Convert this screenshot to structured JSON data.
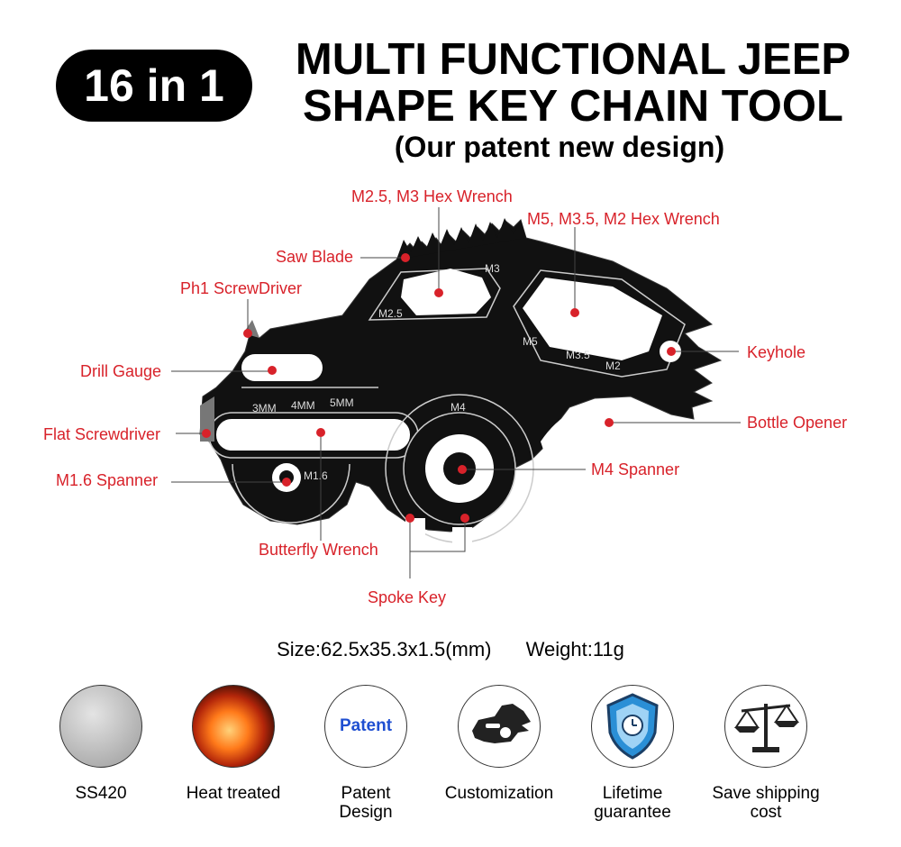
{
  "badge": "16 in 1",
  "title_line1": "MULTI FUNCTIONAL JEEP",
  "title_line2": "SHAPE KEY CHAIN TOOL",
  "subtitle": "(Our patent new design)",
  "tool_marks": {
    "m3": "M3",
    "m25": "M2.5",
    "m5": "M5",
    "m35": "M3.5",
    "m2": "M2",
    "mm3": "3MM",
    "mm4": "4MM",
    "mm5": "5MM",
    "m4": "M4",
    "m16": "M1.6"
  },
  "labels": {
    "hex_wrench_a": "M2.5, M3 Hex Wrench",
    "hex_wrench_b": "M5, M3.5, M2 Hex Wrench",
    "saw_blade": "Saw Blade",
    "ph1": "Ph1 ScrewDriver",
    "drill_gauge": "Drill Gauge",
    "flat_screwdriver": "Flat Screwdriver",
    "m16_spanner": "M1.6 Spanner",
    "butterfly_wrench": "Butterfly Wrench",
    "spoke_key": "Spoke Key",
    "keyhole": "Keyhole",
    "bottle_opener": "Bottle Opener",
    "m4_spanner": "M4 Spanner"
  },
  "specs": {
    "size": "Size:62.5x35.3x1.5(mm)",
    "weight": "Weight:11g"
  },
  "features": [
    {
      "label": "SS420",
      "icon": "steel-disc-icon"
    },
    {
      "label": "Heat treated",
      "icon": "heat-glow-icon"
    },
    {
      "label": "Patent\nDesign",
      "icon_text": "Patent",
      "icon": "patent-icon"
    },
    {
      "label": "Customization",
      "icon": "tool-icon"
    },
    {
      "label": "Lifetime\nguarantee",
      "icon": "shield-clock-icon"
    },
    {
      "label": "Save shipping\ncost",
      "icon": "scale-icon"
    }
  ],
  "colors": {
    "accent": "#d8222a",
    "patent_blue": "#1f4fd1",
    "shield_blue": "#2a8fd6"
  }
}
